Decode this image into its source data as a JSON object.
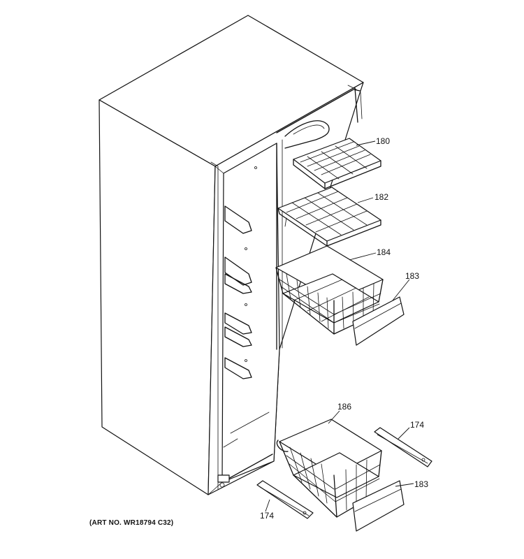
{
  "callouts": {
    "c180": "180",
    "c182": "182",
    "c184": "184",
    "c183_top": "183",
    "c186": "186",
    "c174_right": "174",
    "c183_bottom": "183",
    "c174_left": "174"
  },
  "art_number": "(ART NO. WR18794 C32)"
}
